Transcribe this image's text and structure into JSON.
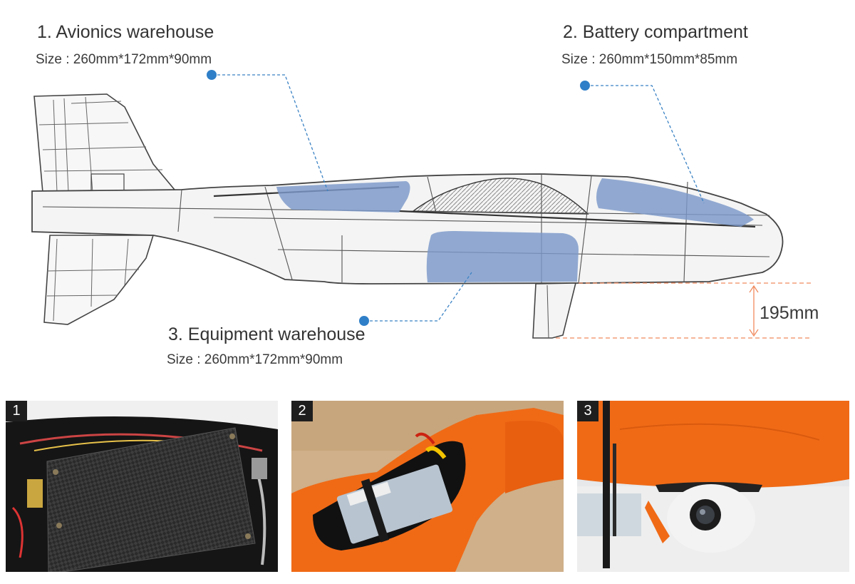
{
  "compartments": [
    {
      "number": "1",
      "title": "1. Avionics warehouse",
      "size": "Size : 260mm*172mm*90mm"
    },
    {
      "number": "2",
      "title": "2. Battery compartment",
      "size": "Size : 260mm*150mm*85mm"
    },
    {
      "number": "3",
      "title": "3. Equipment warehouse",
      "size": "Size : 260mm*172mm*90mm"
    }
  ],
  "dimension": {
    "label": "195mm"
  },
  "photos": [
    {
      "badge": "1",
      "subject": "avionics-board"
    },
    {
      "badge": "2",
      "subject": "battery-pack"
    },
    {
      "badge": "3",
      "subject": "gimbal-camera"
    }
  ],
  "colors": {
    "compartment_fill": "#7b98c9",
    "leader_line": "#3a82c4",
    "marker_dot": "#2f7fc8",
    "dimension_line": "#f08a5d",
    "airframe_orange": "#f06a16",
    "badge_bg": "#1e1e1e"
  }
}
